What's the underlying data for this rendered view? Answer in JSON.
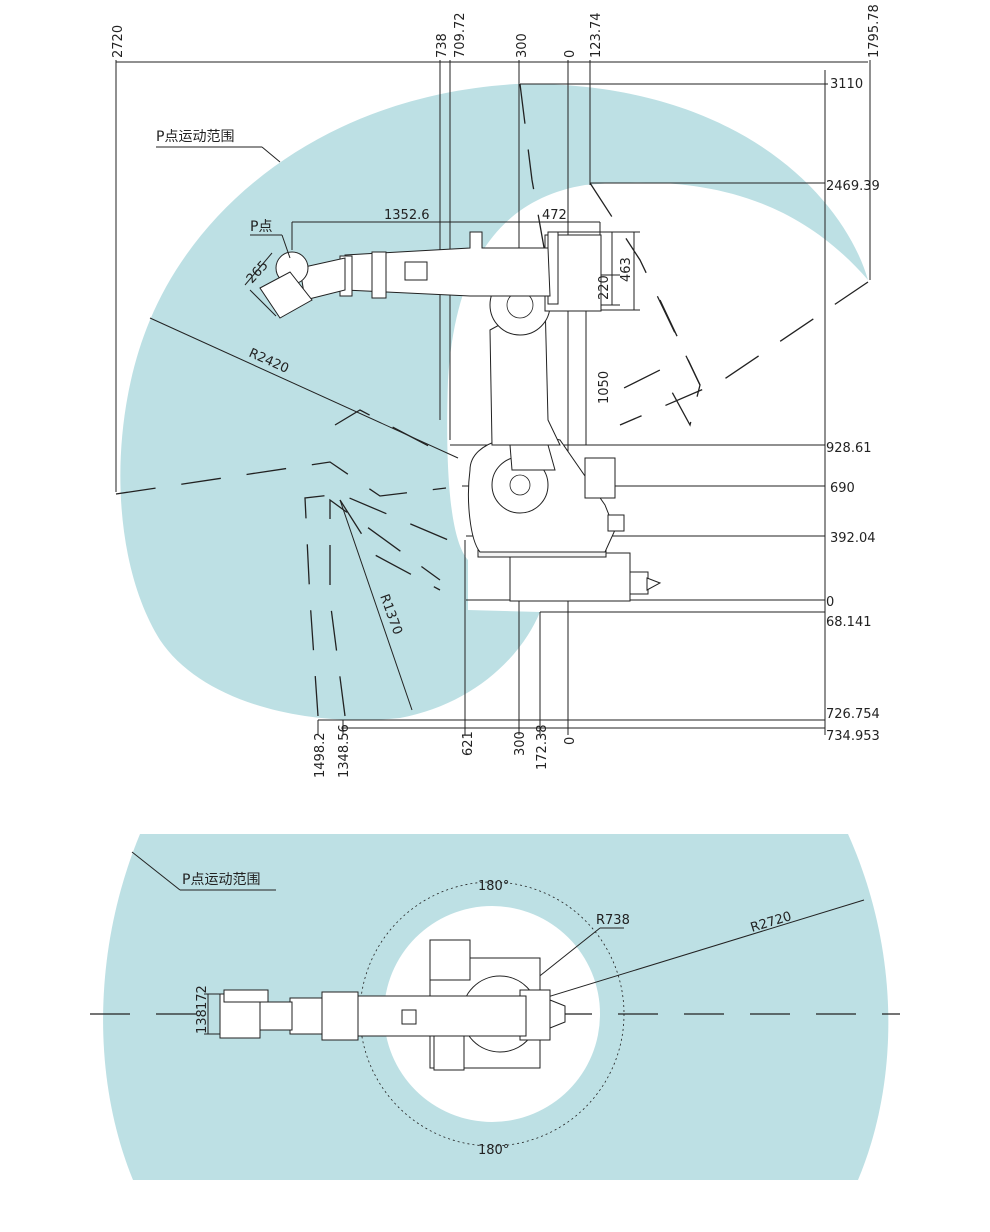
{
  "colors": {
    "workspace": "#bde0e4",
    "line": "#222222",
    "background": "#ffffff"
  },
  "side_view": {
    "range_label": "P点运动范围",
    "p_point_label": "P点",
    "top_dims": [
      "2720",
      "738",
      "709.72",
      "300",
      "0",
      "123.74",
      "1795.78"
    ],
    "right_dims": [
      "3110",
      "2469.39",
      "928.61",
      "690",
      "392.04",
      "0",
      "68.141",
      "726.754",
      "734.953"
    ],
    "bottom_dims": [
      "1498.2",
      "1348.56",
      "621",
      "300",
      "172.38",
      "0"
    ],
    "arm_dims": {
      "reach": "1352.6",
      "offset": "472",
      "wrist": "265",
      "d463": "463",
      "d220": "220",
      "d1050": "1050"
    },
    "radius_outer": "R2420",
    "radius_inner": "R1370"
  },
  "top_view": {
    "range_label": "P点运动范围",
    "angle_top": "180°",
    "angle_bottom": "180°",
    "radius_inner": "R738",
    "radius_outer": "R2720",
    "dim_172": "172",
    "dim_138": "138"
  }
}
